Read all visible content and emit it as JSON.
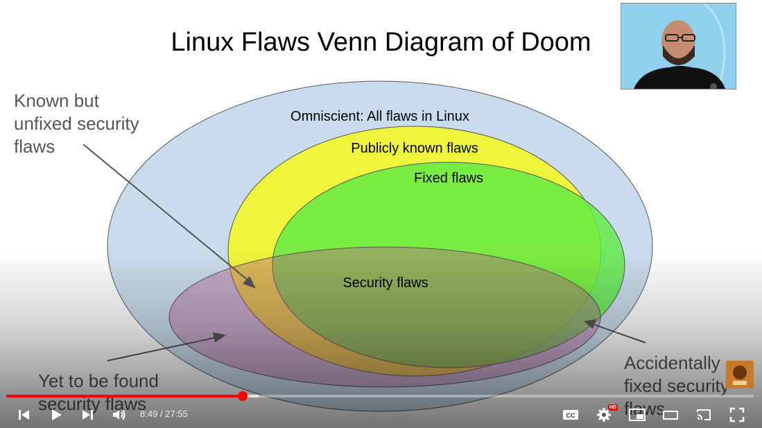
{
  "slide": {
    "title": "Linux Flaws Venn Diagram of Doom",
    "sets": {
      "all": "Omniscient: All flaws in Linux",
      "known": "Publicly known flaws",
      "fixed": "Fixed flaws",
      "security": "Security flaws"
    },
    "annotations": {
      "known_unfixed": [
        "Known but",
        "unfixed security",
        "flaws"
      ],
      "yet_to_find": [
        "Yet to be found",
        "security flaws"
      ],
      "accidental": [
        "Accidentally",
        "fixed security",
        "flaws"
      ]
    },
    "colors": {
      "all": "#c9dced",
      "known": "#eef53a",
      "fixed": "#7ff22b",
      "security": "#d9a0b8",
      "annotation_text": "#555555"
    }
  },
  "player": {
    "time_current": "8:49",
    "time_separator": " / ",
    "time_total": "27:55",
    "played_fraction": 0.316,
    "buffered_fraction": 0.338,
    "hd_badge": "HD",
    "icons": [
      "previous-icon",
      "play-icon",
      "next-icon",
      "volume-icon",
      "captions-icon",
      "settings-icon",
      "miniplayer-icon",
      "theater-icon",
      "cast-icon",
      "fullscreen-icon"
    ],
    "colors": {
      "progress": "#ff0000"
    }
  }
}
